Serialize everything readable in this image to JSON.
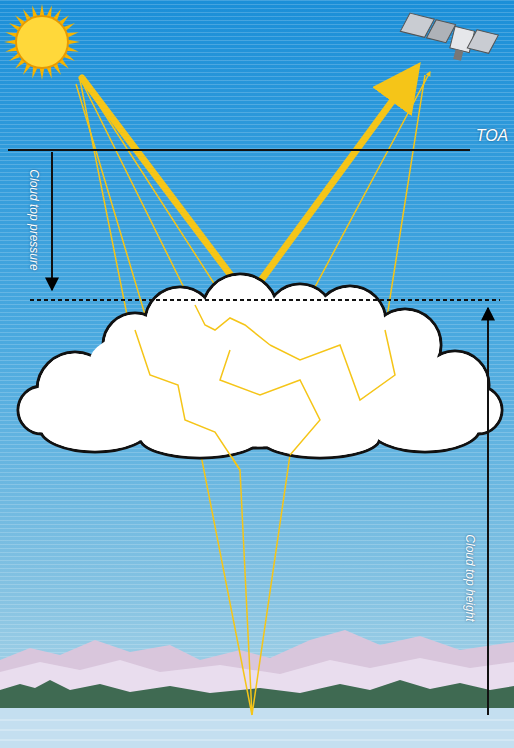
{
  "diagram": {
    "labels": [
      "TOA",
      "Cloud top pressure",
      "Cloud top height"
    ]
  }
}
